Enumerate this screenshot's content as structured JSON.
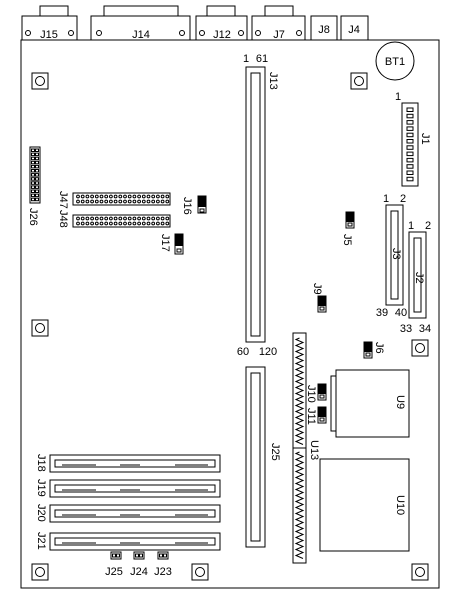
{
  "labels": {
    "j15": "J15",
    "j14": "J14",
    "j12": "J12",
    "j7": "J7",
    "j8": "J8",
    "j4": "J4",
    "bt1": "BT1",
    "j13": "J13",
    "j13_pin1": "1",
    "j13_pin61": "61",
    "j13_pin60": "60",
    "j13_pin120": "120",
    "j1": "J1",
    "j1_pin1": "1",
    "j26": "J26",
    "j47": "J47",
    "j48": "J48",
    "j16": "J16",
    "j17": "J17",
    "j5": "J5",
    "j3": "J3",
    "j3_pin1": "1",
    "j3_pin2": "2",
    "j3_pin39": "39",
    "j3_pin40": "40",
    "j2": "J2",
    "j2_pin1": "1",
    "j2_pin2": "2",
    "j2_pin33": "33",
    "j2_pin34": "34",
    "j9": "J9",
    "j6": "J6",
    "j10": "J10",
    "j11": "J11",
    "u13": "U13",
    "u9": "U9",
    "u10": "U10",
    "j25_conn": "J25",
    "j18": "J18",
    "j19": "J19",
    "j20": "J20",
    "j21": "J21",
    "j25": "J25",
    "j24": "J24",
    "j23": "J23"
  }
}
